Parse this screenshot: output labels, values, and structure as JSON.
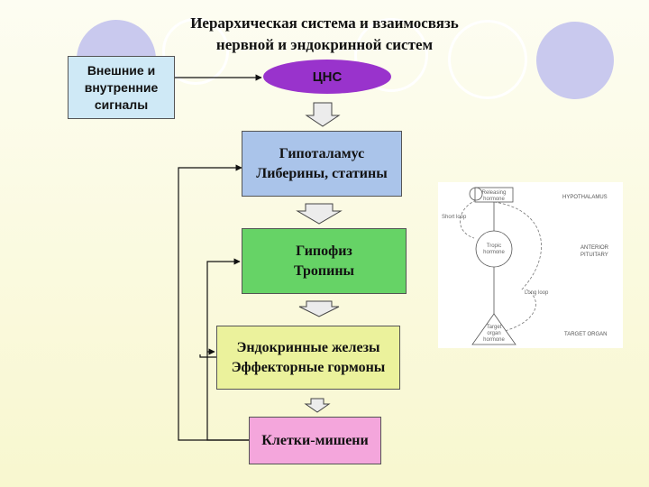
{
  "title": {
    "line1": "Иерархическая система и взаимосвязь",
    "line2": "нервной и эндокринной систем"
  },
  "external_signals": {
    "line1": "Внешние и",
    "line2": "внутренние",
    "line3": "сигналы"
  },
  "cns": "ЦНС",
  "hypothalamus": {
    "line1": "Гипоталамус",
    "line2": "Либерины, статины"
  },
  "pituitary": {
    "line1": "Гипофиз",
    "line2": "Тропины"
  },
  "glands": {
    "line1": "Эндокринные железы",
    "line2": "Эффекторные гормоны"
  },
  "target_cells": "Клетки-мишени",
  "figure": {
    "releasing_hormone": [
      "Releasing",
      "hormone"
    ],
    "short_loop": "Short loop",
    "tropic_hormone": [
      "Tropic",
      "hormone"
    ],
    "long_loop": "Long loop",
    "target_organ_hormone": [
      "Target",
      "organ",
      "hormone"
    ],
    "hypothalamus": "HYPOTHALAMUS",
    "anterior_pituitary": [
      "ANTERIOR",
      "PITUITARY"
    ],
    "target_organ": "TARGET ORGAN"
  },
  "colors": {
    "external_box": "#cfe9f6",
    "cns_ellipse": "#9933cc",
    "hypothalamus_box": "#aac4ea",
    "pituitary_box": "#66d366",
    "glands_box": "#ebf29c",
    "target_box": "#f4a6dc",
    "decor_circle": "#c9c9ee"
  }
}
